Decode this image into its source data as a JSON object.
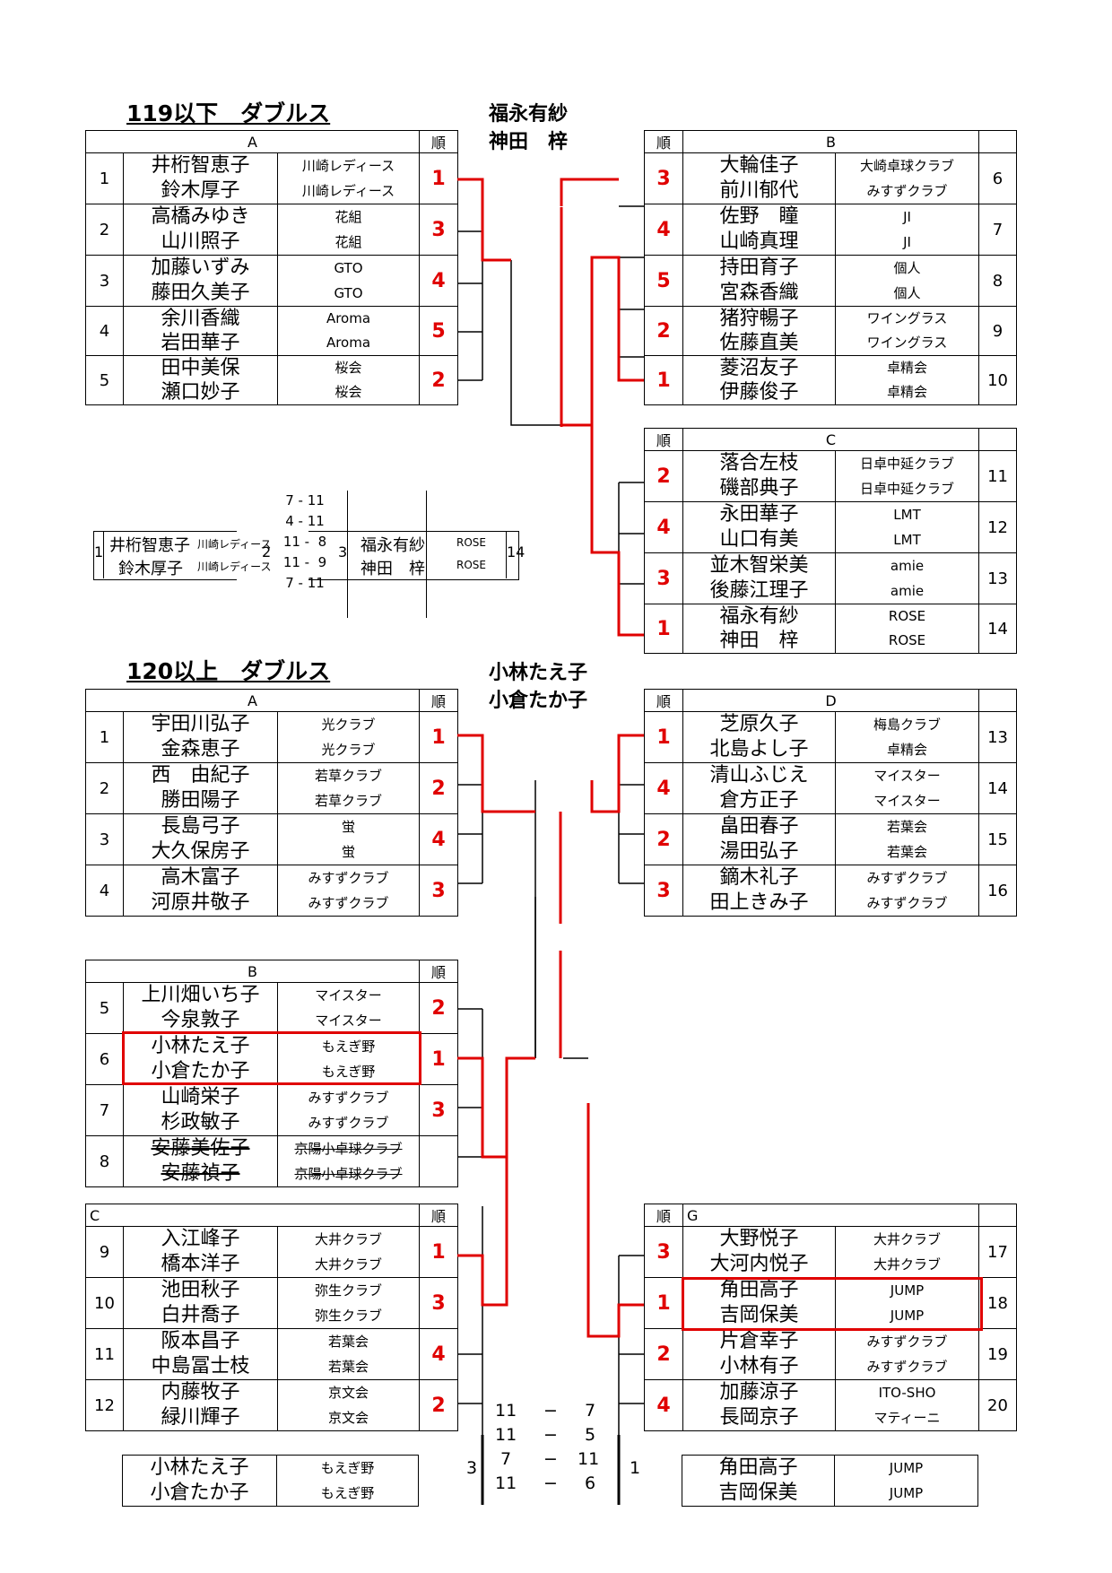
{
  "sec1": {
    "title": "119以下　ダブルス",
    "winner": [
      "福永有紗",
      "神田　梓"
    ],
    "header_rank": "順",
    "groupA": {
      "label": "A",
      "rows": [
        {
          "num": "1",
          "p1": "井桁智恵子",
          "p2": "鈴木厚子",
          "c1": "川崎レディース",
          "c2": "川崎レディース",
          "rank": "1"
        },
        {
          "num": "2",
          "p1": "高橋みゆき",
          "p2": "山川照子",
          "c1": "花組",
          "c2": "花組",
          "rank": "3"
        },
        {
          "num": "3",
          "p1": "加藤いずみ",
          "p2": "藤田久美子",
          "c1": "GTO",
          "c2": "GTO",
          "rank": "4"
        },
        {
          "num": "4",
          "p1": "余川香織",
          "p2": "岩田華子",
          "c1": "Aroma",
          "c2": "Aroma",
          "rank": "5"
        },
        {
          "num": "5",
          "p1": "田中美保",
          "p2": "瀬口妙子",
          "c1": "桜会",
          "c2": "桜会",
          "rank": "2"
        }
      ]
    },
    "groupB": {
      "label": "B",
      "rows": [
        {
          "num": "6",
          "p1": "大輪佳子",
          "p2": "前川郁代",
          "c1": "大崎卓球クラブ",
          "c2": "みすずクラブ",
          "rank": "3"
        },
        {
          "num": "7",
          "p1": "佐野　瞳",
          "p2": "山崎真理",
          "c1": "JI",
          "c2": "JI",
          "rank": "4"
        },
        {
          "num": "8",
          "p1": "持田育子",
          "p2": "宮森香織",
          "c1": "個人",
          "c2": "個人",
          "rank": "5"
        },
        {
          "num": "9",
          "p1": "猪狩暢子",
          "p2": "佐藤直美",
          "c1": "ワイングラス",
          "c2": "ワイングラス",
          "rank": "2"
        },
        {
          "num": "10",
          "p1": "菱沼友子",
          "p2": "伊藤俊子",
          "c1": "卓精会",
          "c2": "卓精会",
          "rank": "1"
        }
      ]
    },
    "groupC": {
      "label": "C",
      "rows": [
        {
          "num": "11",
          "p1": "落合左枝",
          "p2": "磯部典子",
          "c1": "日卓中延クラブ",
          "c2": "日卓中延クラブ",
          "rank": "2"
        },
        {
          "num": "12",
          "p1": "永田華子",
          "p2": "山口有美",
          "c1": "LMT",
          "c2": "LMT",
          "rank": "4"
        },
        {
          "num": "13",
          "p1": "並木智栄美",
          "p2": "後藤江理子",
          "c1": "amie",
          "c2": "amie",
          "rank": "3"
        },
        {
          "num": "14",
          "p1": "福永有紗",
          "p2": "神田　梓",
          "c1": "ROSE",
          "c2": "ROSE",
          "rank": "1"
        }
      ]
    },
    "final": {
      "left_num": "1",
      "left_p1": "井桁智恵子",
      "left_p2": "鈴木厚子",
      "left_c1": "川崎レディース",
      "left_c2": "川崎レディース",
      "left_games": "2",
      "right_games": "3",
      "right_p1": "福永有紗",
      "right_p2": "神田　梓",
      "right_c1": "ROSE",
      "right_c2": "ROSE",
      "right_num": "14",
      "scores": [
        "7 - 11",
        "4 - 11",
        "11 -  8",
        "11 -  9",
        "7 - 11"
      ]
    }
  },
  "sec2": {
    "title": "120以上　ダブルス",
    "winner": [
      "小林たえ子",
      "小倉たか子"
    ],
    "header_rank": "順",
    "groupA": {
      "label": "A",
      "rows": [
        {
          "num": "1",
          "p1": "宇田川弘子",
          "p2": "金森恵子",
          "c1": "光クラブ",
          "c2": "光クラブ",
          "rank": "1"
        },
        {
          "num": "2",
          "p1": "西　由紀子",
          "p2": "勝田陽子",
          "c1": "若草クラブ",
          "c2": "若草クラブ",
          "rank": "2"
        },
        {
          "num": "3",
          "p1": "長島弓子",
          "p2": "大久保房子",
          "c1": "蛍",
          "c2": "蛍",
          "rank": "4"
        },
        {
          "num": "4",
          "p1": "高木富子",
          "p2": "河原井敬子",
          "c1": "みすずクラブ",
          "c2": "みすずクラブ",
          "rank": "3"
        }
      ]
    },
    "groupD": {
      "label": "D",
      "rows": [
        {
          "num": "13",
          "p1": "芝原久子",
          "p2": "北島よし子",
          "c1": "梅島クラブ",
          "c2": "卓精会",
          "rank": "1"
        },
        {
          "num": "14",
          "p1": "清山ふじえ",
          "p2": "倉方正子",
          "c1": "マイスター",
          "c2": "マイスター",
          "rank": "4"
        },
        {
          "num": "15",
          "p1": "畠田春子",
          "p2": "湯田弘子",
          "c1": "若葉会",
          "c2": "若葉会",
          "rank": "2"
        },
        {
          "num": "16",
          "p1": "鏑木礼子",
          "p2": "田上きみ子",
          "c1": "みすずクラブ",
          "c2": "みすずクラブ",
          "rank": "3"
        }
      ]
    },
    "groupB": {
      "label": "B",
      "rows": [
        {
          "num": "5",
          "p1": "上川畑いち子",
          "p2": "今泉敦子",
          "c1": "マイスター",
          "c2": "マイスター",
          "rank": "2"
        },
        {
          "num": "6",
          "p1": "小林たえ子",
          "p2": "小倉たか子",
          "c1": "もえぎ野",
          "c2": "もえぎ野",
          "rank": "1"
        },
        {
          "num": "7",
          "p1": "山崎栄子",
          "p2": "杉政敏子",
          "c1": "みすずクラブ",
          "c2": "みすずクラブ",
          "rank": "3"
        },
        {
          "num": "8",
          "p1": "安藤美佐子",
          "p2": "安藤禎子",
          "c1": "京陽小卓球クラブ",
          "c2": "京陽小卓球クラブ",
          "rank": ""
        }
      ]
    },
    "groupC": {
      "label": "C",
      "rows": [
        {
          "num": "9",
          "p1": "入江峰子",
          "p2": "橋本洋子",
          "c1": "大井クラブ",
          "c2": "大井クラブ",
          "rank": "1"
        },
        {
          "num": "10",
          "p1": "池田秋子",
          "p2": "白井喬子",
          "c1": "弥生クラブ",
          "c2": "弥生クラブ",
          "rank": "3"
        },
        {
          "num": "11",
          "p1": "阪本昌子",
          "p2": "中島冨士枝",
          "c1": "若葉会",
          "c2": "若葉会",
          "rank": "4"
        },
        {
          "num": "12",
          "p1": "内藤牧子",
          "p2": "緑川輝子",
          "c1": "京文会",
          "c2": "京文会",
          "rank": "2"
        }
      ]
    },
    "groupG": {
      "label": "G",
      "rows": [
        {
          "num": "17",
          "p1": "大野悦子",
          "p2": "大河内悦子",
          "c1": "大井クラブ",
          "c2": "大井クラブ",
          "rank": "3"
        },
        {
          "num": "18",
          "p1": "角田高子",
          "p2": "吉岡保美",
          "c1": "JUMP",
          "c2": "JUMP",
          "rank": "1"
        },
        {
          "num": "19",
          "p1": "片倉幸子",
          "p2": "小林有子",
          "c1": "みすずクラブ",
          "c2": "みすずクラブ",
          "rank": "2"
        },
        {
          "num": "20",
          "p1": "加藤涼子",
          "p2": "長岡京子",
          "c1": "ITO-SHO",
          "c2": "マティーニ",
          "rank": "4"
        }
      ]
    },
    "final": {
      "left_p1": "小林たえ子",
      "left_p2": "小倉たか子",
      "left_c1": "もえぎ野",
      "left_c2": "もえぎ野",
      "left_games": "3",
      "right_games": "1",
      "right_p1": "角田高子",
      "right_p2": "吉岡保美",
      "right_c1": "JUMP",
      "right_c2": "JUMP",
      "scores": [
        [
          "11",
          "−",
          "7"
        ],
        [
          "11",
          "−",
          "5"
        ],
        [
          "7",
          "−",
          "11"
        ],
        [
          "11",
          "−",
          "6"
        ]
      ]
    }
  },
  "colors": {
    "accent_red": "#e00000",
    "line": "#000000"
  }
}
